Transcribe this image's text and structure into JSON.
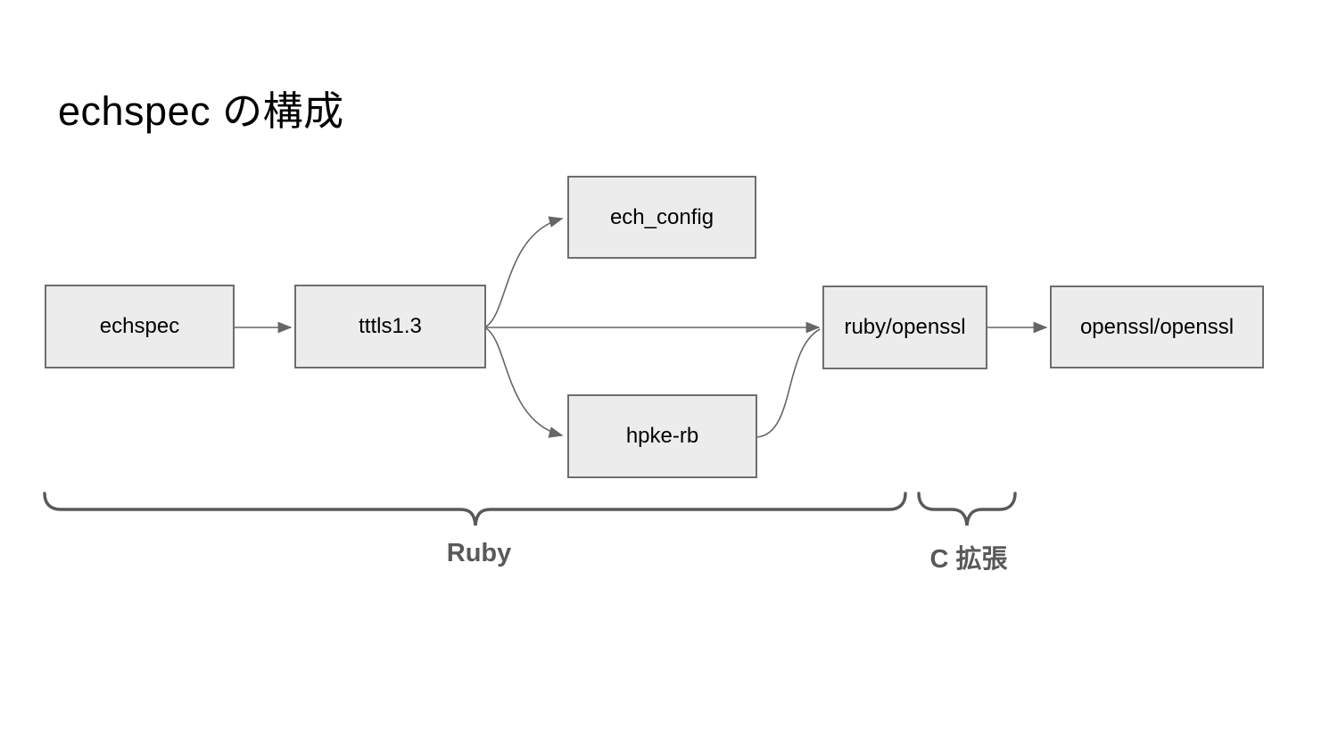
{
  "slide": {
    "title": "echspec の構成"
  },
  "diagram": {
    "nodes": [
      {
        "id": "echspec",
        "label": "echspec"
      },
      {
        "id": "tttls13",
        "label": "tttls1.3"
      },
      {
        "id": "ech_config",
        "label": "ech_config"
      },
      {
        "id": "hpke_rb",
        "label": "hpke-rb"
      },
      {
        "id": "ruby_openssl",
        "label": "ruby/openssl"
      },
      {
        "id": "openssl_openssl",
        "label": "openssl/openssl"
      }
    ],
    "edges": [
      {
        "from": "echspec",
        "to": "tttls1.3"
      },
      {
        "from": "tttls1.3",
        "to": "ech_config"
      },
      {
        "from": "tttls1.3",
        "to": "ruby/openssl"
      },
      {
        "from": "tttls1.3",
        "to": "hpke-rb"
      },
      {
        "from": "hpke-rb",
        "to": "ruby/openssl"
      },
      {
        "from": "ruby/openssl",
        "to": "openssl/openssl"
      }
    ],
    "groups": [
      {
        "label": "Ruby",
        "covers": [
          "echspec",
          "tttls1.3",
          "ech_config",
          "hpke-rb"
        ]
      },
      {
        "label": "C 拡張",
        "covers": [
          "ruby/openssl"
        ]
      }
    ]
  },
  "colors": {
    "background": "#ffffff",
    "title_text": "#000000",
    "node_fill": "#ececec",
    "node_border": "#6e6e6e",
    "node_text": "#000000",
    "arrow": "#666666",
    "brace": "#595959",
    "group_label_text": "#595959"
  }
}
